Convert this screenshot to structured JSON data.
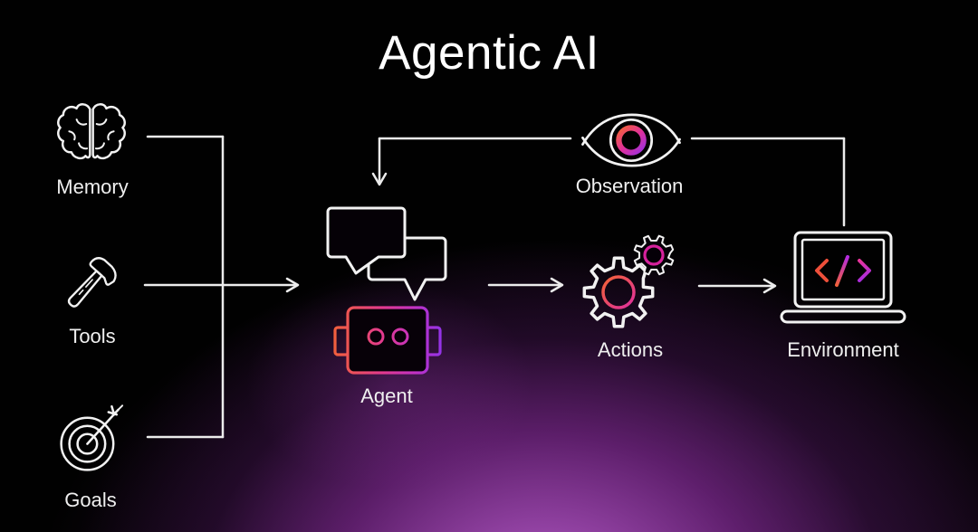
{
  "title": "Agentic AI",
  "nodes": {
    "memory": {
      "label": "Memory",
      "icon": "brain-icon"
    },
    "tools": {
      "label": "Tools",
      "icon": "hammer-icon"
    },
    "goals": {
      "label": "Goals",
      "icon": "target-icon"
    },
    "agent": {
      "label": "Agent",
      "icon": "robot-chat-icon"
    },
    "observation": {
      "label": "Observation",
      "icon": "eye-icon"
    },
    "actions": {
      "label": "Actions",
      "icon": "gears-icon"
    },
    "environment": {
      "label": "Environment",
      "icon": "laptop-code-icon"
    }
  },
  "edges": [
    "memory -> agent",
    "tools -> agent",
    "goals -> agent",
    "agent -> actions",
    "actions -> environment",
    "environment -> observation",
    "observation -> agent"
  ],
  "colors": {
    "background": "#000000",
    "glow_purple": "#8f39a0",
    "line": "#ececec",
    "gradient_orange": "#F2603B",
    "gradient_magenta": "#E0309B",
    "gradient_purple": "#9B30E0"
  }
}
